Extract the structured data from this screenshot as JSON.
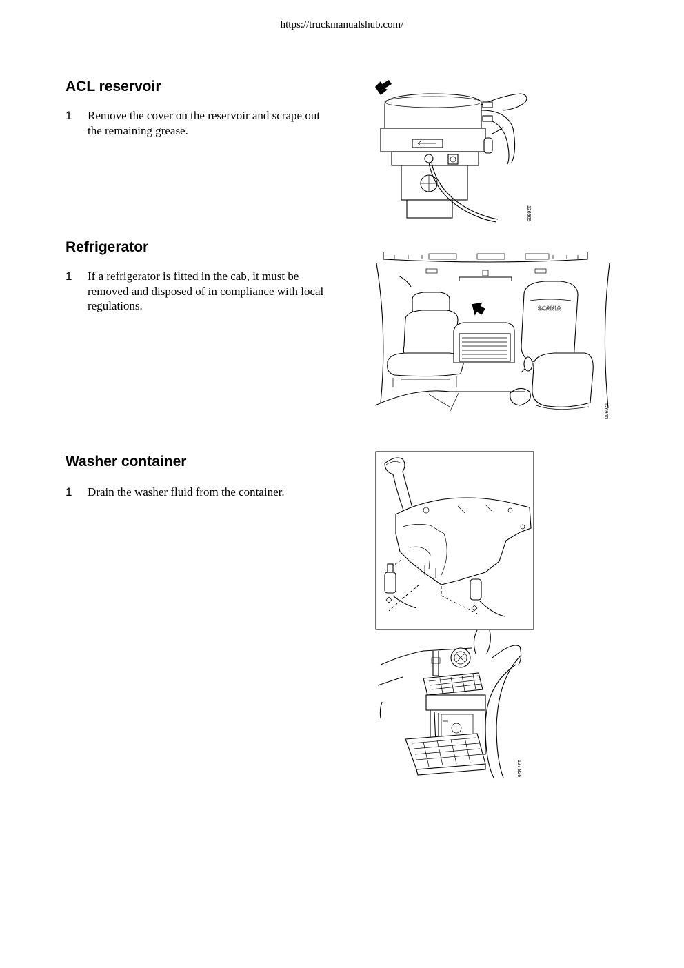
{
  "header": {
    "url": "https://truckmanualshub.com/"
  },
  "sections": [
    {
      "title": "ACL reservoir",
      "steps": [
        {
          "number": "1",
          "text": "Remove the cover on the reservoir and scrape out the remaining grease."
        }
      ],
      "figure": {
        "id": "126969"
      }
    },
    {
      "title": "Refrigerator",
      "steps": [
        {
          "number": "1",
          "text": "If a refrigerator is fitted in the cab, it must be removed and disposed of in compliance with local regulations."
        }
      ],
      "figure": {
        "id": "126960",
        "seat_logo": "SCANIA"
      }
    },
    {
      "title": "Washer container",
      "steps": [
        {
          "number": "1",
          "text": "Drain the washer fluid from the container."
        }
      ],
      "figure": {
        "id": "127 826"
      }
    }
  ]
}
